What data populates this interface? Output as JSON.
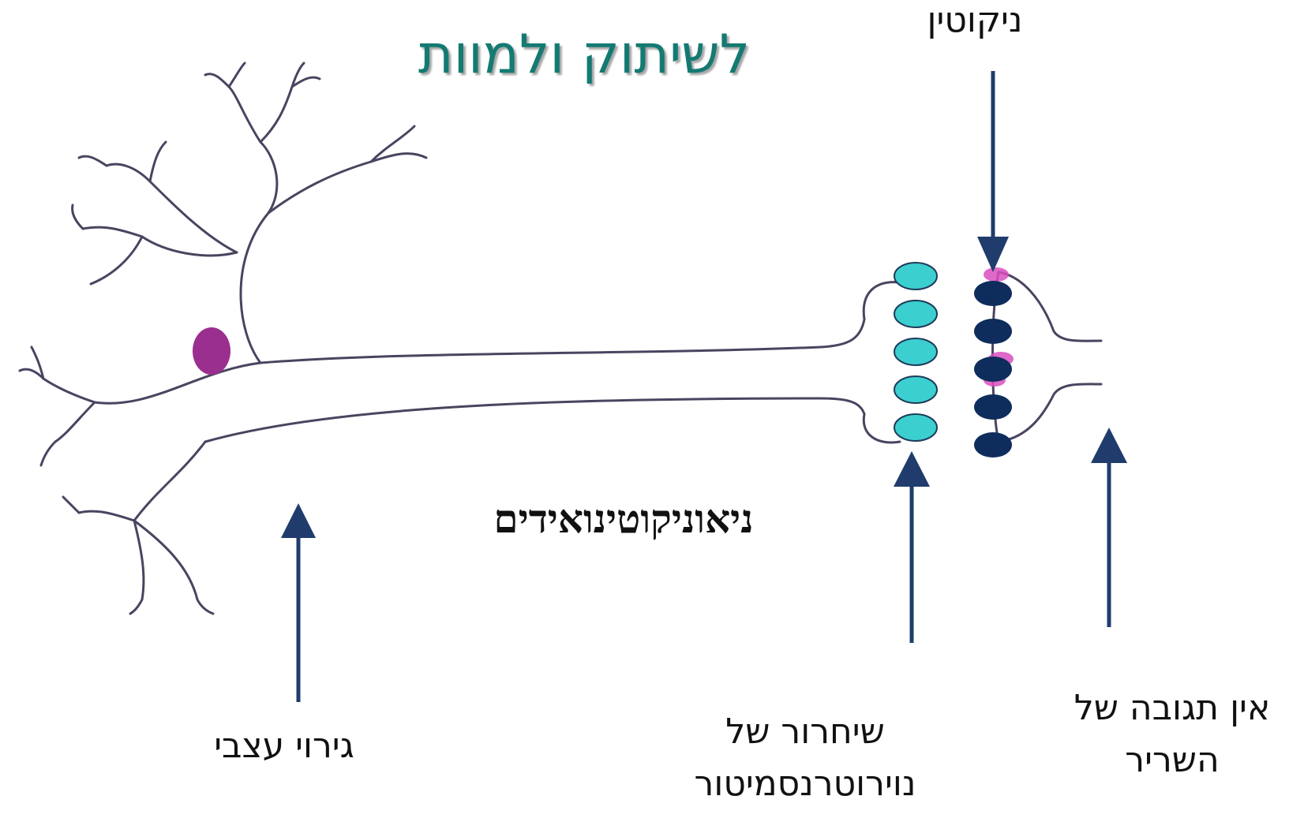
{
  "title": "לשיתוק ולמוות",
  "labels": {
    "nicotine": "ניקוטין",
    "neonicotinoids": "ניאוניקוטינואידים",
    "nerve_stimulation": "גירוי עצבי",
    "release_line1": "שיחרור של",
    "release_line2": "נוירוטרנסמיטור",
    "no_response_line1": "אין תגובה של",
    "no_response_line2": "השריר"
  },
  "colors": {
    "title": "#137a72",
    "neuron_outline": "#4a4460",
    "nucleus": "#9b2f8f",
    "neurotransmitter": "#3ccfcf",
    "receptor": "#0f2d5c",
    "arrow": "#1f3c6c",
    "nicotine_marks": "#d94fc0"
  }
}
